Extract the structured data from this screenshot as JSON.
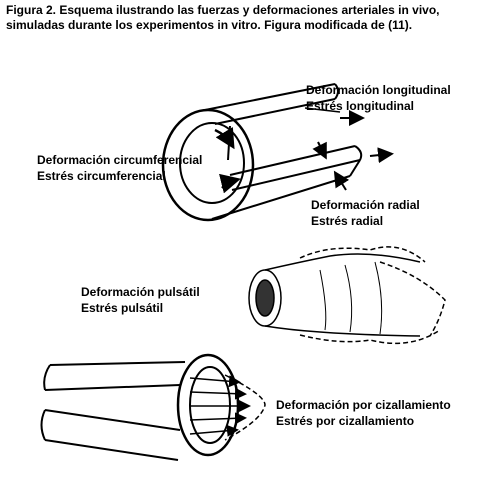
{
  "figure": {
    "caption": "Figura 2. Esquema ilustrando las fuerzas y deformaciones arteriales in vivo, simuladas durante los experimentos in vitro. Figura modificada de (11)."
  },
  "labels": {
    "longitudinal_deformation": "Deformación longitudinal",
    "longitudinal_stress": "Estrés longitudinal",
    "circumferential_deformation": "Deformación circumferencial",
    "circumferential_stress": "Estrés circumferencial",
    "radial_deformation": "Deformación radial",
    "radial_stress": "Estrés radial",
    "pulsatile_deformation": "Deformación pulsátil",
    "pulsatile_stress": "Estrés pulsátil",
    "shear_deformation": "Deformación por cizallamiento",
    "shear_stress": "Estrés por cizallamiento"
  }
}
